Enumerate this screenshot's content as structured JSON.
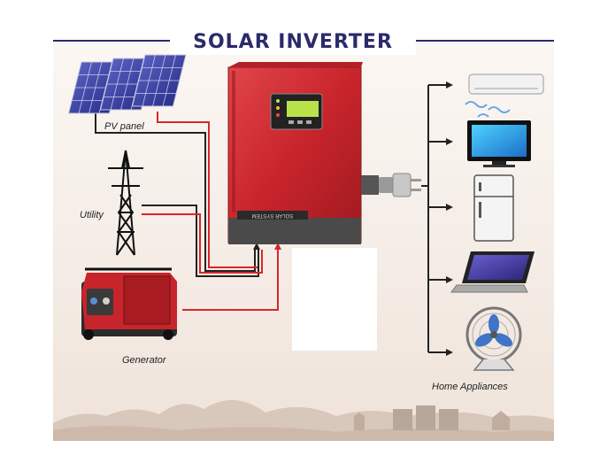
{
  "title": "SOLAR INVERTER",
  "labels": {
    "pv_panel": "PV panel",
    "utility": "Utility",
    "generator": "Generator",
    "home_appliances": "Home Appliances",
    "inverter_brand": "SOLAR SYSTEM"
  },
  "colors": {
    "title": "#2b2a6b",
    "frame": "#f4ece6",
    "inverter_red": "#c8242b",
    "wire_red": "#d8262b",
    "wire_black": "#222222",
    "lcd": "#b9e24a"
  },
  "appliances": [
    "air-conditioner",
    "television",
    "refrigerator",
    "laptop",
    "fan"
  ]
}
